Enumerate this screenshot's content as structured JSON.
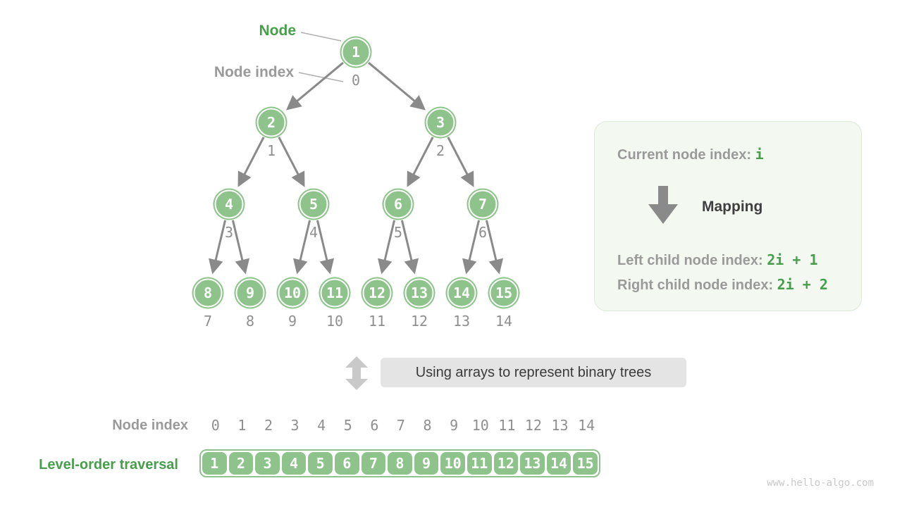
{
  "page": {
    "watermark": "www.hello-algo.com"
  },
  "colors": {
    "node_fill": "#8ec48b",
    "node_ring": "#ffffff",
    "edge_gray": "#8a8a8a",
    "text_green": "#479e4b",
    "text_gray": "#9a9a9a",
    "index_gray": "#8f8f8f",
    "caption_bg": "#e4e4e4",
    "info_bg": "#f3f8f1",
    "info_border": "#dcead8",
    "light_arrow": "#c9c9c9"
  },
  "tree": {
    "node_label": "Node",
    "index_label": "Node index",
    "nodes": [
      {
        "value": "1",
        "index": "0"
      },
      {
        "value": "2",
        "index": "1"
      },
      {
        "value": "3",
        "index": "2"
      },
      {
        "value": "4",
        "index": "3"
      },
      {
        "value": "5",
        "index": "4"
      },
      {
        "value": "6",
        "index": "5"
      },
      {
        "value": "7",
        "index": "6"
      },
      {
        "value": "8",
        "index": "7"
      },
      {
        "value": "9",
        "index": "8"
      },
      {
        "value": "10",
        "index": "9"
      },
      {
        "value": "11",
        "index": "10"
      },
      {
        "value": "12",
        "index": "11"
      },
      {
        "value": "13",
        "index": "12"
      },
      {
        "value": "14",
        "index": "13"
      },
      {
        "value": "15",
        "index": "14"
      }
    ]
  },
  "info_box": {
    "current": {
      "label": "Current node index: ",
      "value": "i"
    },
    "mapping_label": "Mapping",
    "arrow_icon": "down-arrow-icon",
    "left": {
      "label": "Left child node index: ",
      "value": "2i + 1"
    },
    "right": {
      "label": "Right child node index: ",
      "value": "2i + 2"
    }
  },
  "caption": {
    "icon": "up-down-arrow-icon",
    "text": "Using arrays to represent binary trees"
  },
  "bottom": {
    "index_row_label": "Node index",
    "indices": [
      "0",
      "1",
      "2",
      "3",
      "4",
      "5",
      "6",
      "7",
      "8",
      "9",
      "10",
      "11",
      "12",
      "13",
      "14"
    ],
    "traversal_label": "Level-order traversal",
    "values": [
      "1",
      "2",
      "3",
      "4",
      "5",
      "6",
      "7",
      "8",
      "9",
      "10",
      "11",
      "12",
      "13",
      "14",
      "15"
    ]
  }
}
